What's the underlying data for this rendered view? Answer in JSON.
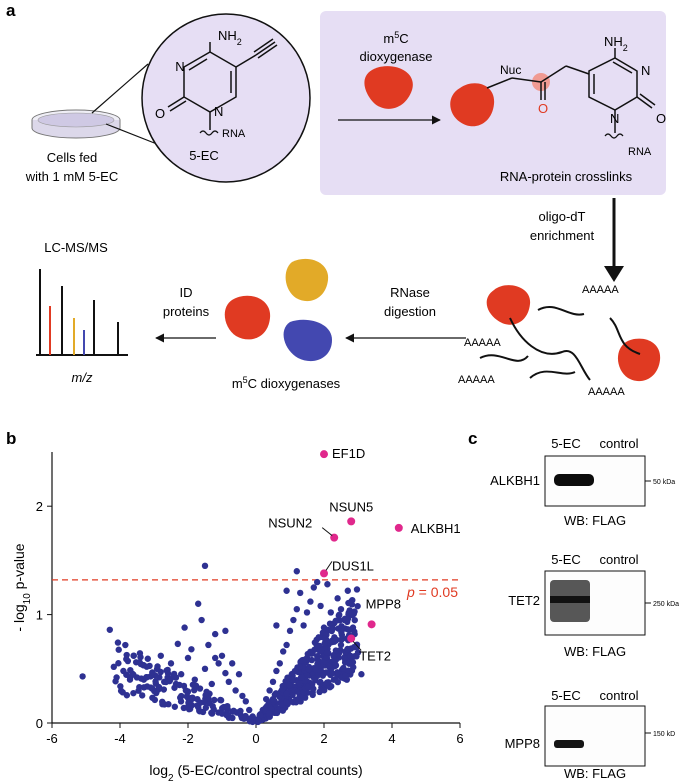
{
  "panel_a": {
    "label": "a",
    "cells_line1": "Cells fed",
    "cells_line2": "with 1 mM 5-EC",
    "nucleoside": {
      "nh2": "NH2",
      "n3": "N",
      "n1": "N",
      "o": "O",
      "rna": "RNA",
      "name": "5-EC"
    },
    "enzyme_line1": "m5C",
    "enzyme_line2": "dioxygenase",
    "adduct": {
      "nuc": "Nuc",
      "o": "O",
      "nh2": "NH2",
      "n3": "N",
      "n1": "N",
      "o2": "O",
      "rna": "RNA"
    },
    "crosslinks_label": "RNA-protein crosslinks",
    "oligo_line1": "oligo-dT",
    "oligo_line2": "enrichment",
    "polyA": [
      "AAAAA",
      "AAAAA",
      "AAAAA",
      "AAAAA"
    ],
    "rnase_line1": "RNase",
    "rnase_line2": "digestion",
    "dioxygenases_label": "m5C dioxygenases",
    "id_line1": "ID",
    "id_line2": "proteins",
    "lcms_label": "LC-MS/MS",
    "mz_label": "m/z"
  },
  "panel_b": {
    "label": "b"
  },
  "panel_c": {
    "label": "c",
    "blots": [
      {
        "protein": "ALKBH1",
        "col1": "5-EC",
        "col2": "control",
        "marker": "50 kDa",
        "wb": "WB: FLAG"
      },
      {
        "protein": "TET2",
        "col1": "5-EC",
        "col2": "control",
        "marker": "250 kDa",
        "wb": "WB: FLAG"
      },
      {
        "protein": "MPP8",
        "col1": "5-EC",
        "col2": "control",
        "marker": "150 kD",
        "wb": "WB: FLAG"
      }
    ]
  },
  "colors": {
    "panel_bg": "#e6def4",
    "enzyme_red": "#e03a22",
    "enzyme_yellow": "#e2aa28",
    "enzyme_blue": "#4348b0",
    "points": "#2e3192",
    "highlight": "#e0288c",
    "threshold": "#e03a22"
  },
  "chart_data": {
    "type": "scatter",
    "xlabel": "log2 (5-EC/control spectral counts)",
    "ylabel": "- log10 p-value",
    "xlim": [
      -6,
      6
    ],
    "ylim": [
      0,
      2.5
    ],
    "xticks": [
      "-6",
      "-4",
      "-2",
      "0",
      "2",
      "4",
      "6"
    ],
    "yticks": [
      "0",
      "1",
      "2"
    ],
    "grid": false,
    "threshold": {
      "y": 1.32,
      "label": "p = 0.05"
    },
    "highlighted": [
      {
        "name": "EF1D",
        "x": 2.0,
        "y": 2.48
      },
      {
        "name": "NSUN5",
        "x": 2.8,
        "y": 1.86
      },
      {
        "name": "ALKBH1",
        "x": 4.2,
        "y": 1.8
      },
      {
        "name": "NSUN2",
        "x": 2.3,
        "y": 1.71
      },
      {
        "name": "DUS1L",
        "x": 2.0,
        "y": 1.38
      },
      {
        "name": "MPP8",
        "x": 3.4,
        "y": 0.91
      },
      {
        "name": "TET2",
        "x": 2.8,
        "y": 0.78
      }
    ],
    "background_points": [
      [
        -5.1,
        0.43
      ],
      [
        -4.3,
        0.86
      ],
      [
        -4.1,
        0.42
      ],
      [
        -3.9,
        0.48
      ],
      [
        -3.6,
        0.62
      ],
      [
        -3.7,
        0.42
      ],
      [
        -3.3,
        0.4
      ],
      [
        -3.1,
        0.43
      ],
      [
        -2.9,
        0.5
      ],
      [
        -2.8,
        0.62
      ],
      [
        -2.6,
        0.42
      ],
      [
        -2.5,
        0.55
      ],
      [
        -2.3,
        0.73
      ],
      [
        -2.2,
        0.45
      ],
      [
        -2.1,
        0.88
      ],
      [
        -2.0,
        0.6
      ],
      [
        -1.9,
        0.68
      ],
      [
        -1.8,
        0.4
      ],
      [
        -1.7,
        1.1
      ],
      [
        -1.6,
        0.95
      ],
      [
        -1.5,
        1.45
      ],
      [
        -1.5,
        0.5
      ],
      [
        -1.4,
        0.72
      ],
      [
        -1.3,
        0.36
      ],
      [
        -1.2,
        0.82
      ],
      [
        -1.1,
        0.55
      ],
      [
        -1.0,
        0.62
      ],
      [
        -0.9,
        0.46
      ],
      [
        -0.8,
        0.38
      ],
      [
        -0.7,
        0.55
      ],
      [
        -0.6,
        0.3
      ],
      [
        -0.5,
        0.45
      ],
      [
        -0.4,
        0.25
      ],
      [
        -0.3,
        0.2
      ],
      [
        -0.2,
        0.12
      ],
      [
        -0.1,
        0.06
      ],
      [
        0.1,
        0.05
      ],
      [
        0.2,
        0.12
      ],
      [
        0.3,
        0.22
      ],
      [
        0.4,
        0.3
      ],
      [
        0.5,
        0.38
      ],
      [
        0.6,
        0.48
      ],
      [
        0.7,
        0.55
      ],
      [
        0.8,
        0.66
      ],
      [
        0.9,
        0.72
      ],
      [
        1.0,
        0.85
      ],
      [
        1.1,
        0.95
      ],
      [
        1.2,
        1.05
      ],
      [
        1.3,
        1.2
      ],
      [
        1.4,
        0.9
      ],
      [
        1.5,
        1.02
      ],
      [
        1.5,
        0.6
      ],
      [
        1.6,
        1.12
      ],
      [
        1.7,
        1.25
      ],
      [
        1.8,
        1.3
      ],
      [
        1.9,
        1.08
      ],
      [
        2.0,
        0.88
      ],
      [
        2.1,
        1.28
      ],
      [
        2.2,
        1.02
      ],
      [
        2.3,
        0.75
      ],
      [
        2.4,
        1.15
      ],
      [
        2.5,
        1.05
      ],
      [
        2.6,
        0.95
      ],
      [
        2.7,
        1.22
      ],
      [
        2.8,
        1.12
      ],
      [
        2.9,
        0.82
      ],
      [
        3.0,
        0.65
      ],
      [
        3.1,
        0.45
      ],
      [
        1.2,
        1.4
      ],
      [
        0.9,
        1.22
      ],
      [
        1.6,
        0.45
      ],
      [
        1.8,
        0.68
      ],
      [
        2.2,
        0.55
      ],
      [
        2.5,
        0.72
      ],
      [
        -0.9,
        0.85
      ],
      [
        0.6,
        0.9
      ],
      [
        1.4,
        0.4
      ],
      [
        2.0,
        0.35
      ],
      [
        -2.7,
        0.38
      ],
      [
        -1.2,
        0.6
      ]
    ]
  }
}
